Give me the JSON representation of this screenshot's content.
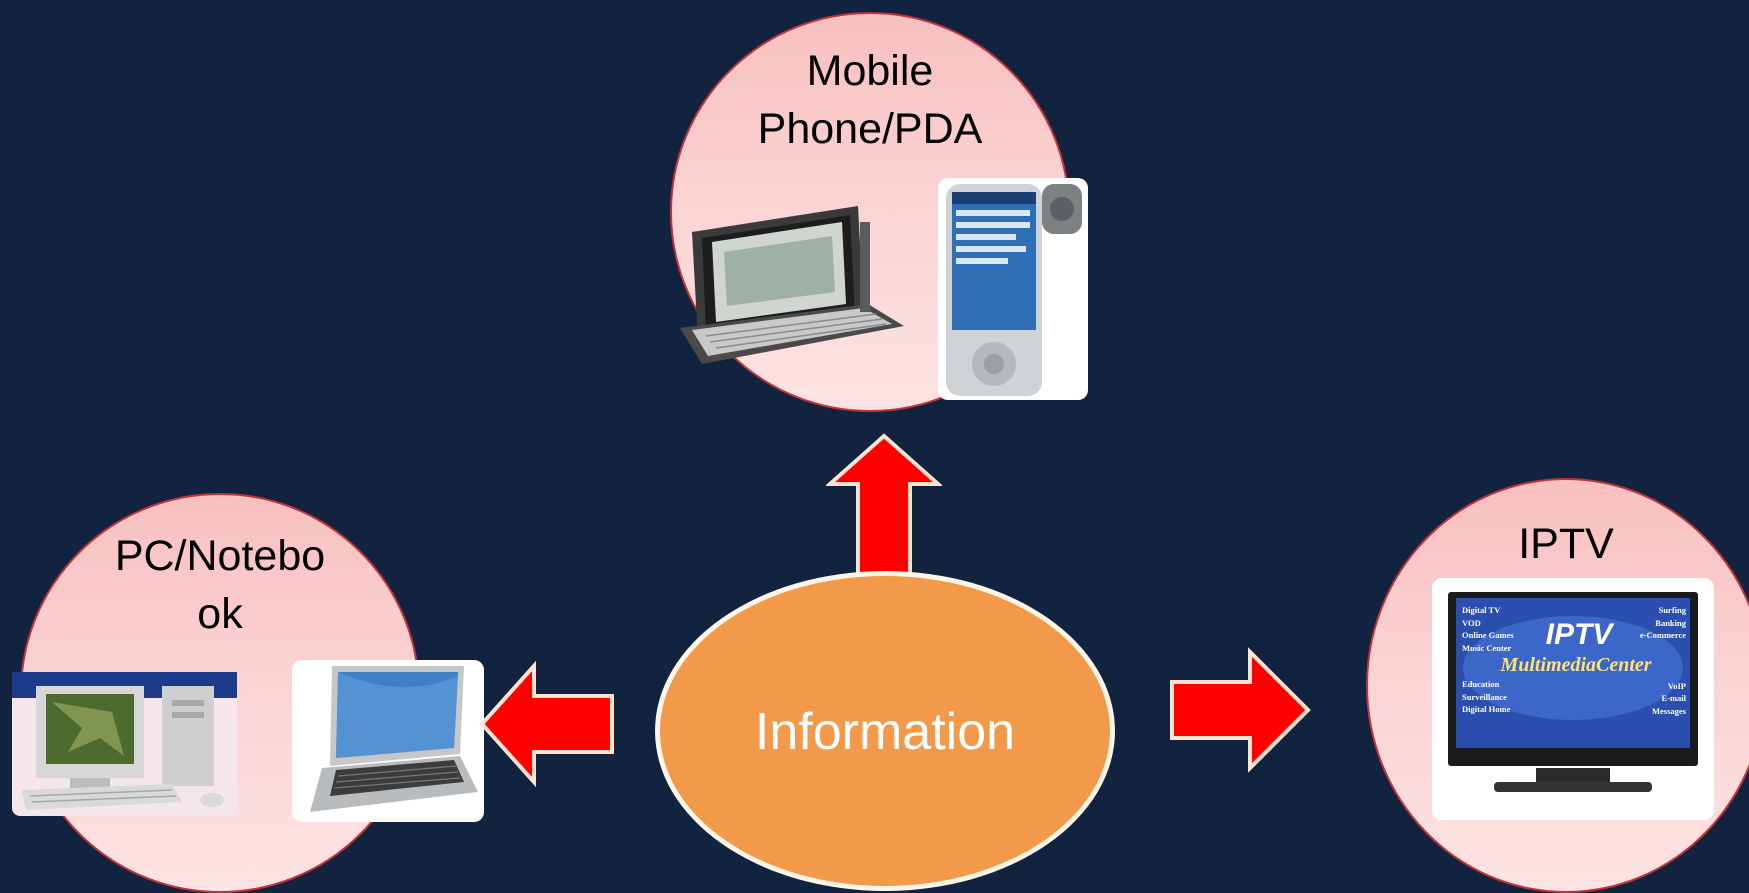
{
  "center": {
    "label": "Information"
  },
  "nodes": {
    "mobile": {
      "label_line1": "Mobile",
      "label_line2": "Phone/PDA"
    },
    "pc": {
      "label_line1": "PC/Notebo",
      "label_line2": "ok"
    },
    "iptv": {
      "label": "IPTV"
    }
  },
  "tv_screen": {
    "title": "IPTV",
    "subtitle": "MultimediaCenter",
    "left_menu": [
      "Digital TV",
      "VOD",
      "Online Games",
      "Music Center",
      "Education",
      "Surveillance",
      "Digital Home"
    ],
    "right_menu": [
      "Surfing",
      "Banking",
      "e-Commerce",
      "VoIP",
      "E-mail",
      "Messages"
    ]
  },
  "colors": {
    "background": "#12233f",
    "center_fill": "#f39a4a",
    "bubble_fill": "#f8c0c0",
    "arrow": "#ff0000"
  }
}
